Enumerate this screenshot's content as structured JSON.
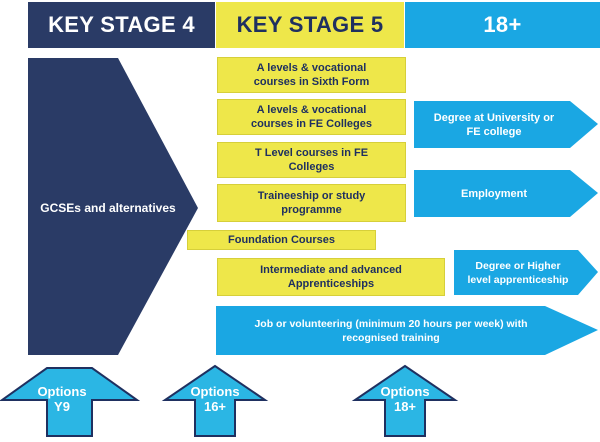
{
  "headers": {
    "ks4": "KEY STAGE 4",
    "ks5": "KEY STAGE 5",
    "plus18": "18+"
  },
  "gcse": {
    "line1": "GCSEs and alternatives"
  },
  "ks5_boxes": {
    "sixth_form": {
      "line1": "A levels & vocational",
      "line2": "courses in Sixth Form"
    },
    "fe_colleges": {
      "line1": "A levels & vocational",
      "line2": "courses in FE Colleges"
    },
    "t_level": {
      "line1": "T Level courses in  FE",
      "line2": "Colleges"
    },
    "traineeship": {
      "line1": "Traineeship or study",
      "line2": "programme"
    },
    "foundation": {
      "line1": "Foundation Courses"
    },
    "apprenticeships": {
      "line1": "Intermediate and advanced",
      "line2": "Apprenticeships"
    }
  },
  "destinations": {
    "degree": {
      "line1": "Degree at University or",
      "line2": "FE college"
    },
    "employment": {
      "line1": "Employment"
    },
    "higher_apprenticeship": {
      "line1": "Degree or Higher",
      "line2": "level apprenticeship"
    },
    "job_volunteering": {
      "line1": "Job or volunteering (minimum 20 hours per week) with",
      "line2": "recognised training"
    }
  },
  "options": {
    "y9": {
      "line1": "Options",
      "line2": "Y9"
    },
    "sixteen": {
      "line1": "Options",
      "line2": "16+"
    },
    "eighteen": {
      "line1": "Options",
      "line2": "18+"
    }
  },
  "colors": {
    "navy": "#2a3b66",
    "yellow": "#eee74a",
    "blue": "#1aa7e3",
    "cyan_arrow": "#2bb6e4",
    "navy_text": "#1f3060"
  }
}
